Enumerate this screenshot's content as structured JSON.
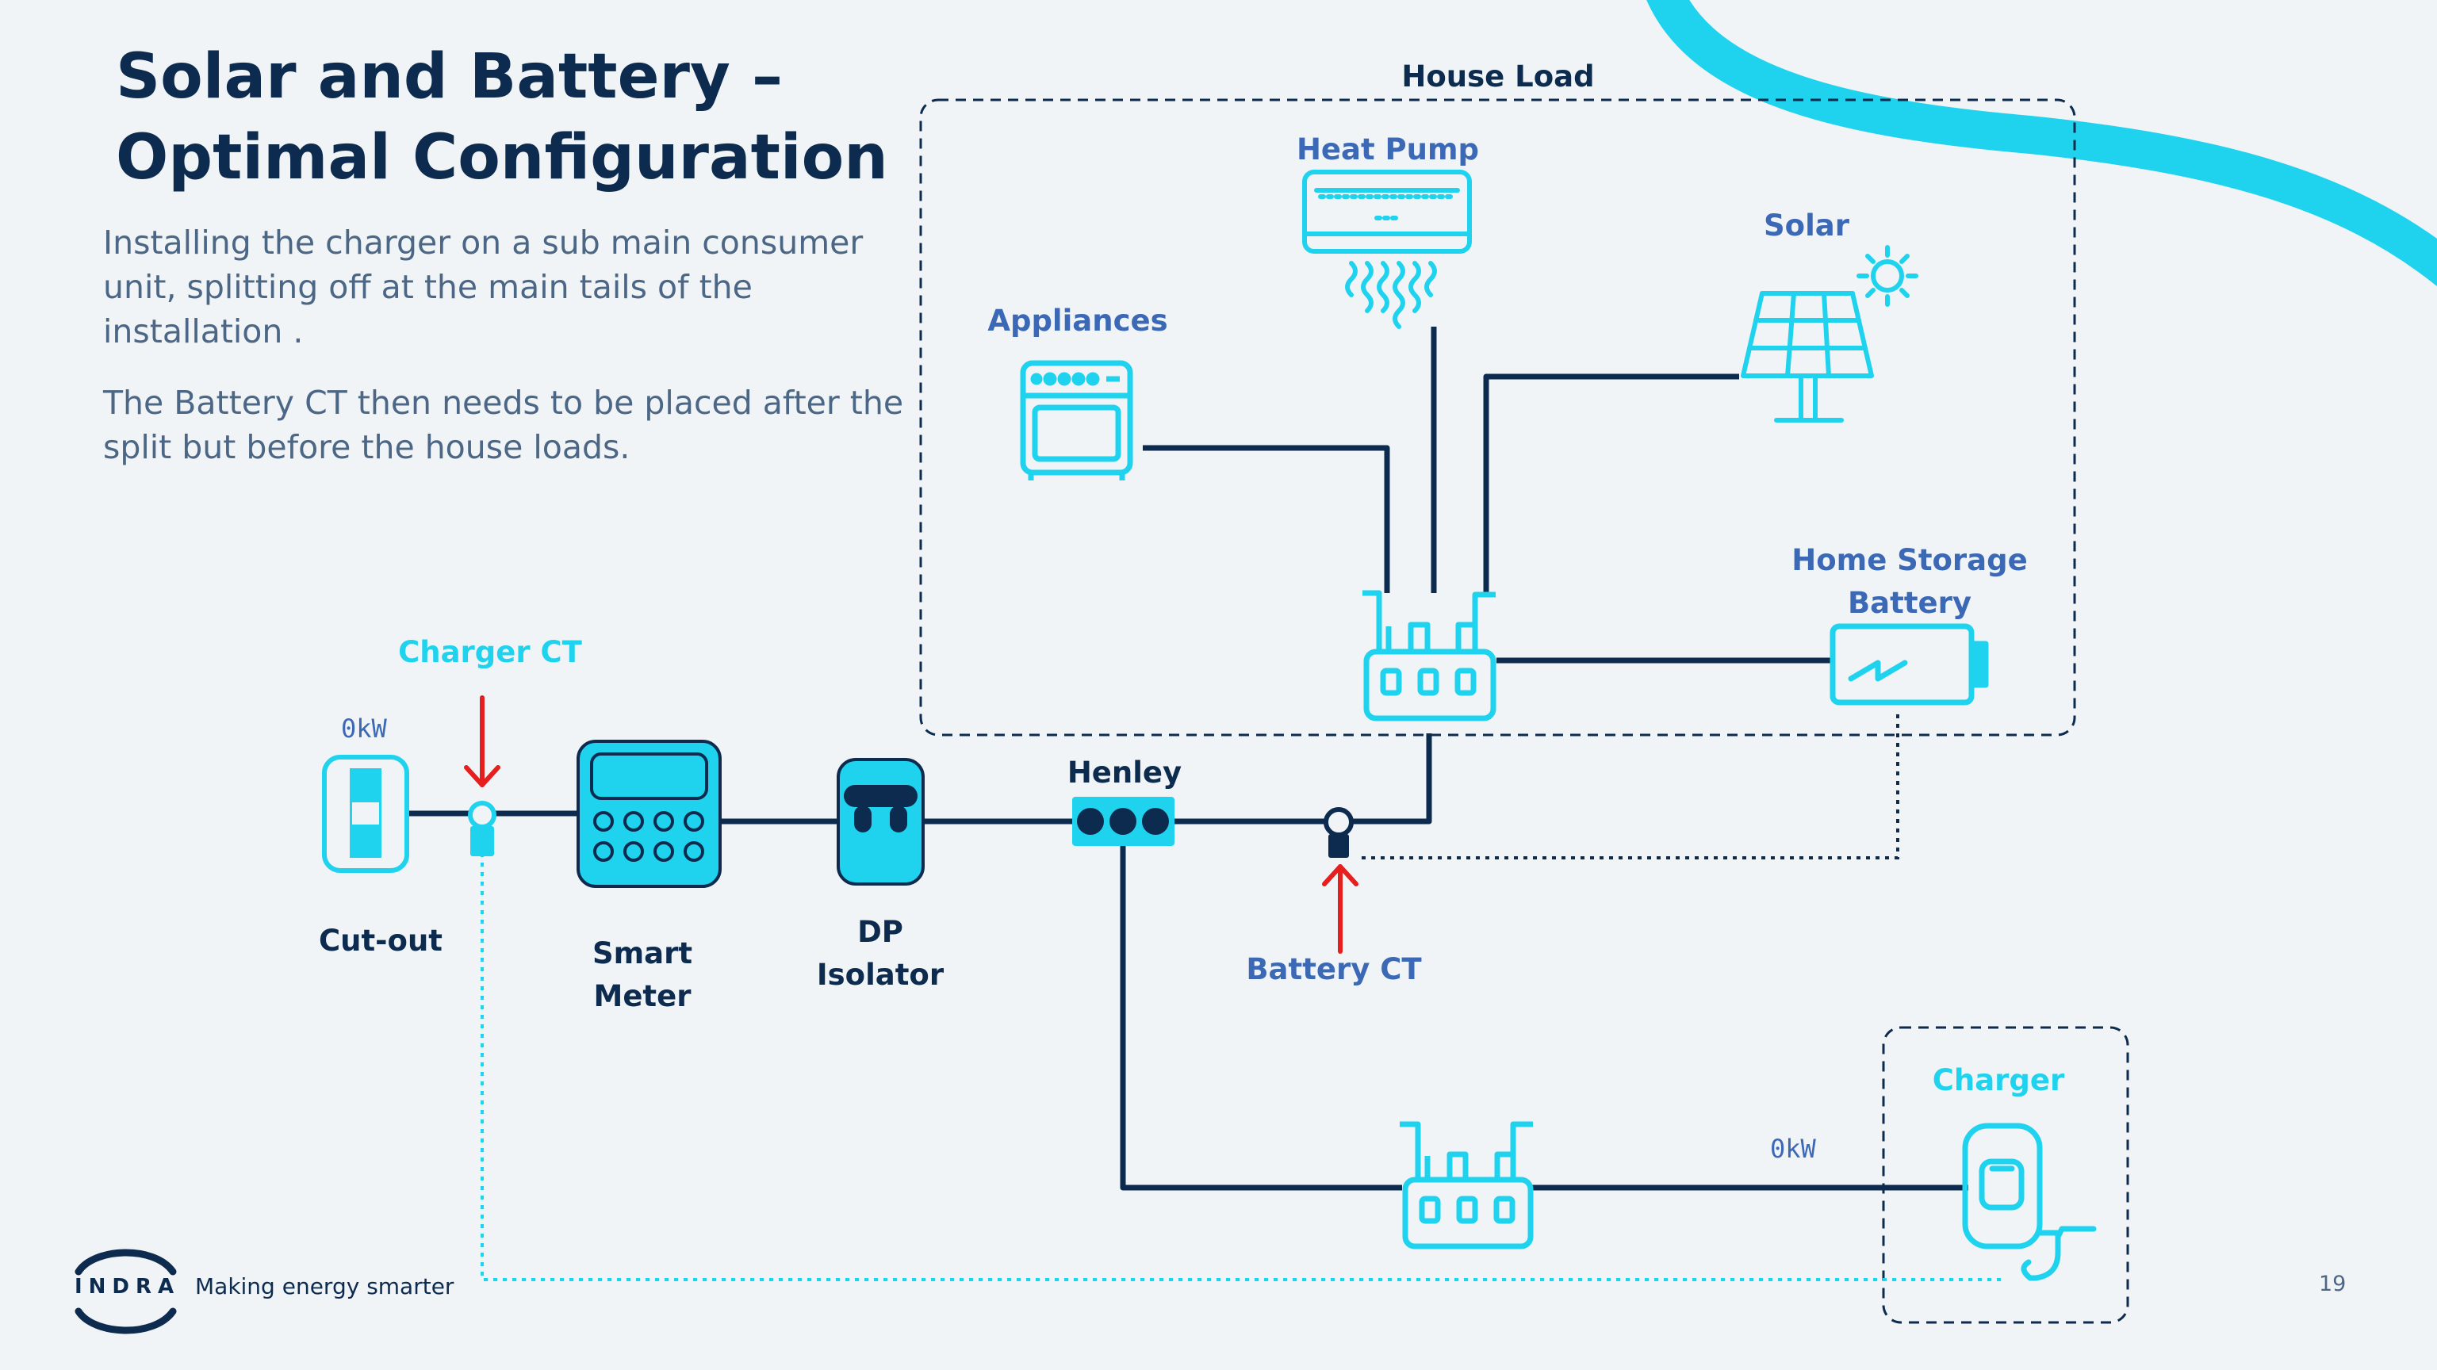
{
  "slide": {
    "title_line1": "Solar and Battery –",
    "title_line2": "Optimal Configuration",
    "paragraph1": [
      "Installing the charger on a sub main consumer",
      "unit, splitting off at the main tails of the",
      "installation ."
    ],
    "paragraph2": [
      "The Battery CT then needs to be placed after the",
      "split but before the house loads."
    ],
    "page_number": "19"
  },
  "diagram": {
    "house_load_label": "House Load",
    "heat_pump_label": "Heat Pump",
    "solar_label": "Solar",
    "appliances_label": "Appliances",
    "home_storage_battery_label": [
      "Home Storage",
      "Battery"
    ],
    "charger_ct_label": "Charger CT",
    "charger_ct_reading": "0kW",
    "cut_out_label": "Cut-out",
    "smart_meter_label": [
      "Smart",
      "Meter"
    ],
    "dp_isolator_label": [
      "DP",
      "Isolator"
    ],
    "henley_label": "Henley",
    "battery_ct_label": "Battery CT",
    "charger_label": "Charger",
    "charger_reading": "0kW"
  },
  "footer": {
    "logo_text": "INDRA",
    "tagline": "Making energy smarter"
  },
  "colors": {
    "background": "#f0f4f6",
    "navy": "#0d2b4e",
    "cyan": "#1fd3ef",
    "label_blue": "#3b69b6",
    "arrow_red": "#e61e1e"
  }
}
